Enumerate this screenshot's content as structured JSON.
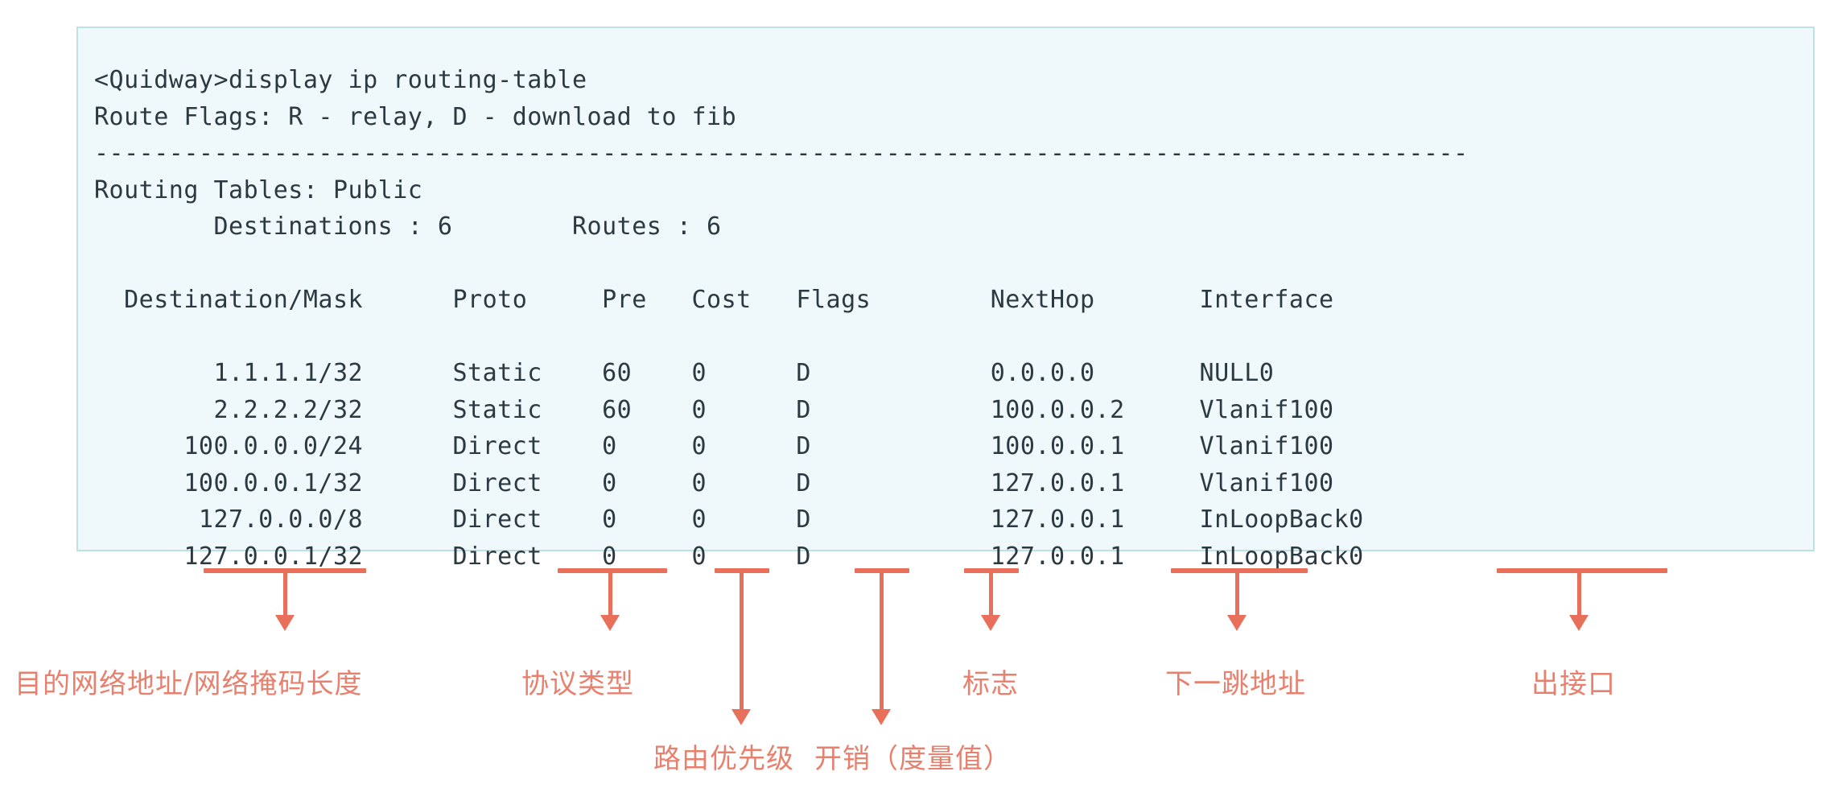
{
  "terminal": {
    "prompt_line": "<Quidway>display ip routing-table",
    "flags_line": "Route Flags: R - relay, D - download to fib",
    "separator": "--------------------------------------------------------------------------------------------",
    "table_scope": "Routing Tables: Public",
    "counts_line": "        Destinations : 6        Routes : 6",
    "columns": [
      "Destination/Mask",
      "Proto",
      "Pre",
      "Cost",
      "Flags",
      "NextHop",
      "Interface"
    ],
    "header_line": "   Destination/Mask       Proto     Pre  Cost     Flags       NextHop       Interface",
    "rows": [
      {
        "destination": "1.1.1.1/32",
        "proto": "Static",
        "pre": "60",
        "cost": "0",
        "flags": "D",
        "nexthop": "0.0.0.0",
        "interface": "NULL0"
      },
      {
        "destination": "2.2.2.2/32",
        "proto": "Static",
        "pre": "60",
        "cost": "0",
        "flags": "D",
        "nexthop": "100.0.0.2",
        "interface": "Vlanif100"
      },
      {
        "destination": "100.0.0.0/24",
        "proto": "Direct",
        "pre": "0",
        "cost": "0",
        "flags": "D",
        "nexthop": "100.0.0.1",
        "interface": "Vlanif100"
      },
      {
        "destination": "100.0.0.1/32",
        "proto": "Direct",
        "pre": "0",
        "cost": "0",
        "flags": "D",
        "nexthop": "127.0.0.1",
        "interface": "Vlanif100"
      },
      {
        "destination": "127.0.0.0/8",
        "proto": "Direct",
        "pre": "0",
        "cost": "0",
        "flags": "D",
        "nexthop": "127.0.0.1",
        "interface": "InLoopBack0"
      },
      {
        "destination": "127.0.0.1/32",
        "proto": "Direct",
        "pre": "0",
        "cost": "0",
        "flags": "D",
        "nexthop": "127.0.0.1",
        "interface": "InLoopBack0"
      }
    ],
    "body_text": "<Quidway>display ip routing-table\nRoute Flags: R - relay, D - download to fib\n"
  },
  "annotations": {
    "accent_color": "#e8705a",
    "label_color": "#e8806e",
    "items": [
      {
        "id": "destination-mask",
        "label": "目的网络地址/网络掩码长度"
      },
      {
        "id": "proto",
        "label": "协议类型"
      },
      {
        "id": "pre",
        "label": "路由优先级"
      },
      {
        "id": "cost",
        "label": "开销（度量值）"
      },
      {
        "id": "flags",
        "label": "标志"
      },
      {
        "id": "nexthop",
        "label": "下一跳地址"
      },
      {
        "id": "interface",
        "label": "出接口"
      }
    ]
  },
  "colors": {
    "box_background": "#eff8fa",
    "box_border": "#bfe0e6",
    "terminal_text": "#2b3a42",
    "accent": "#e8705a"
  }
}
